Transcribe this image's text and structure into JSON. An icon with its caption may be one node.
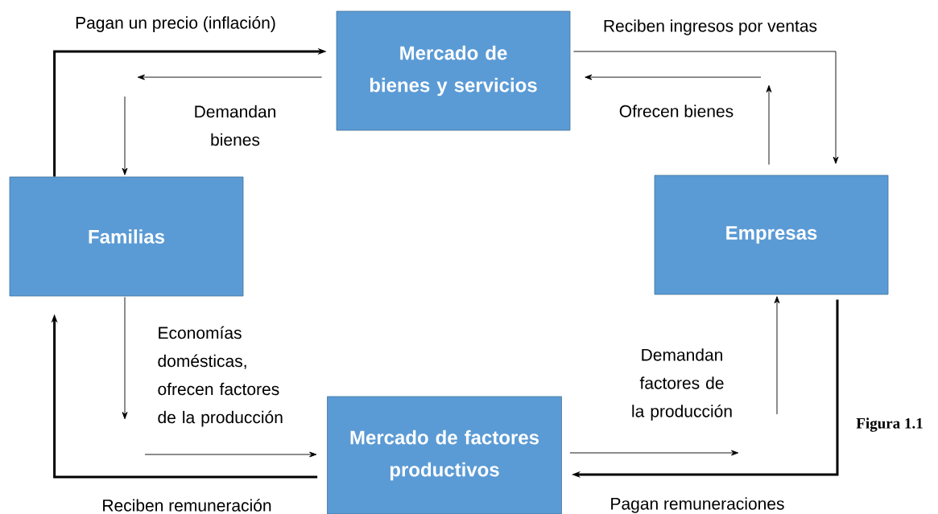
{
  "diagram": {
    "nodes": [
      {
        "text": [
          "Mercado de bienes y servicios"
        ]
      },
      {
        "text": [
          "Familias"
        ]
      },
      {
        "text": [
          "Empresas"
        ]
      },
      {
        "text": [
          "Mercado de factores productivos"
        ]
      }
    ],
    "edges": [
      {
        "from": 1,
        "to": 0,
        "arrow": "to",
        "style": "thick",
        "label": "Pagan un precio (inflación)"
      },
      {
        "from": 0,
        "to": null,
        "arrow": "to"
      },
      {
        "from": null,
        "to": 1,
        "arrow": "to",
        "label": "Demandan bienes"
      },
      {
        "from": 0,
        "to": 2,
        "arrow": "to",
        "label": "Reciben ingresos por ventas"
      },
      {
        "from": 2,
        "to": null,
        "arrow": "to"
      },
      {
        "from": null,
        "to": 0,
        "arrow": "to",
        "label": "Ofrecen bienes"
      },
      {
        "from": 1,
        "to": null,
        "arrow": "to",
        "label": "Economías domésticas, ofrecen factores de la producción"
      },
      {
        "from": null,
        "to": 3,
        "arrow": "to"
      },
      {
        "from": 3,
        "to": 1,
        "arrow": "to",
        "style": "thick",
        "label": "Reciben remuneración"
      },
      {
        "from": 3,
        "to": null,
        "arrow": "to"
      },
      {
        "from": null,
        "to": 2,
        "arrow": "to",
        "label": "Demandan factores de la producción"
      },
      {
        "from": 2,
        "to": 3,
        "arrow": "to",
        "style": "thick",
        "label": "Pagan remuneraciones"
      }
    ],
    "labels": [
      "Figura 1.1"
    ]
  }
}
